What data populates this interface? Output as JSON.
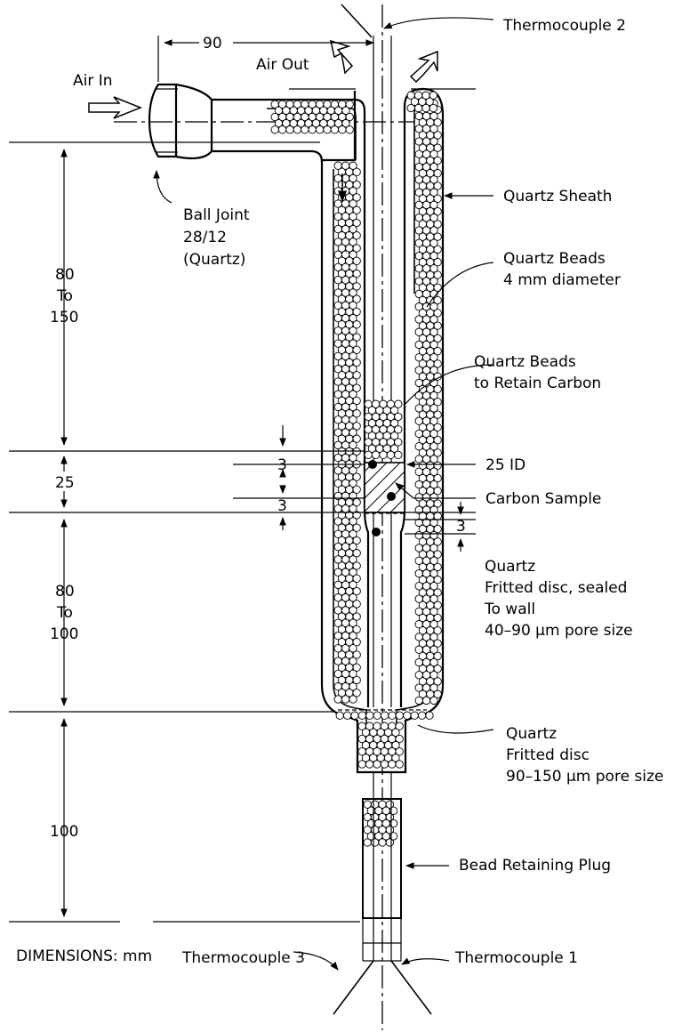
{
  "labels": {
    "thermocouple_2": "Thermocouple 2",
    "air_out": "Air Out",
    "air_in": "Air In",
    "dim_90": "90",
    "quartz_sheath": "Quartz Sheath",
    "ball_joint_line1": "Ball Joint",
    "ball_joint_line2": "28/12",
    "ball_joint_line3": "(Quartz)",
    "beads_4mm_line1": "Quartz Beads",
    "beads_4mm_line2": "4 mm diameter",
    "beads_retain_line1": "Quartz Beads",
    "beads_retain_line2": "to Retain Carbon",
    "dim_25_id": "25 ID",
    "carbon_sample": "Carbon Sample",
    "frit1_line1": "Quartz",
    "frit1_line2": "Fritted disc, sealed",
    "frit1_line3": "To wall",
    "frit1_line4": "40–90 µm pore size",
    "frit2_line1": "Quartz",
    "frit2_line2": "Fritted disc",
    "frit2_line3": "90–150 µm pore size",
    "bead_plug": "Bead Retaining Plug",
    "dimensions_note": "DIMENSIONS: mm",
    "thermocouple_3": "Thermocouple 3",
    "thermocouple_1": "Thermocouple 1",
    "dim_80_150_a": "80",
    "dim_80_150_b": "To",
    "dim_80_150_c": "150",
    "dim_25": "25",
    "dim_80_100_a": "80",
    "dim_80_100_b": "To",
    "dim_80_100_c": "100",
    "dim_100": "100",
    "dim_3_a": "3",
    "dim_3_b": "3",
    "dim_3_c": "3"
  }
}
